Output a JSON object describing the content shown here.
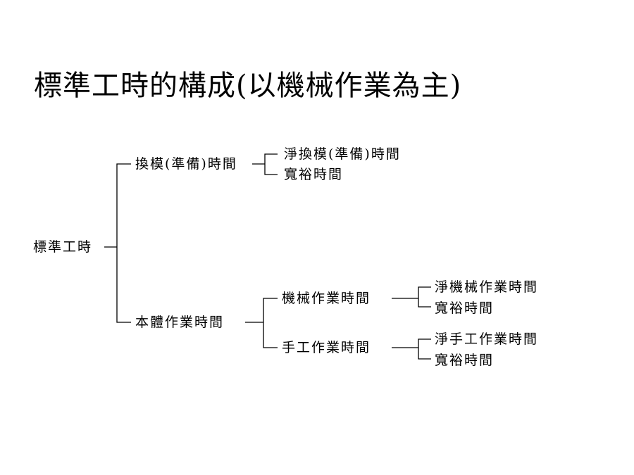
{
  "title": "標準工時的構成(以機械作業為主)",
  "root": "標準工時",
  "setup": {
    "label": "換模(準備)時間",
    "children": [
      "淨換模(準備)時間",
      "寬裕時間"
    ]
  },
  "main": {
    "label": "本體作業時間",
    "machine": {
      "label": "機械作業時間",
      "children": [
        "淨機械作業時間",
        "寬裕時間"
      ]
    },
    "manual": {
      "label": "手工作業時間",
      "children": [
        "淨手工作業時間",
        "寬裕時間"
      ]
    }
  },
  "colors": {
    "text": "#000000",
    "line": "#000000",
    "background": "#ffffff"
  }
}
